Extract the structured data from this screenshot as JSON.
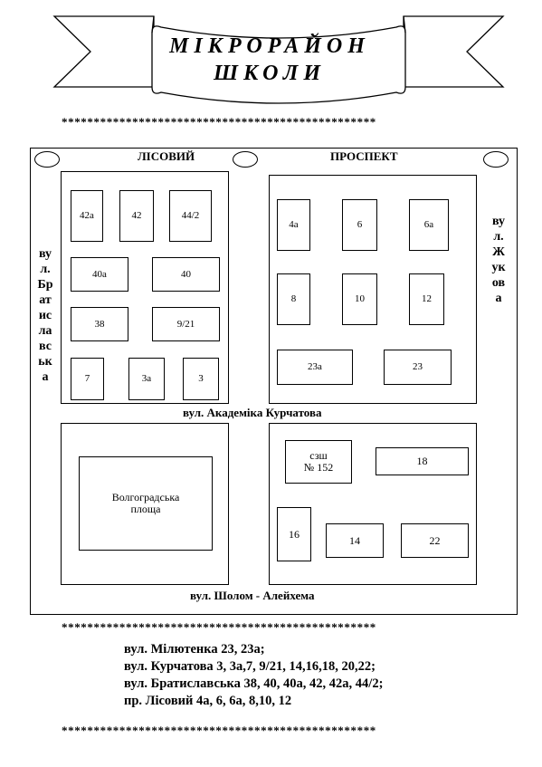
{
  "banner": {
    "line1": "МІКРОРАЙОН",
    "line2": "ШКОЛИ"
  },
  "stars_line": "*************************************************",
  "streets": {
    "top_left": "ЛІСОВИЙ",
    "top_right": "ПРОСПЕКТ",
    "middle": "вул. Академіка Курчатова",
    "bottom": "вул. Шолом - Алейхема",
    "left_vertical": "вул. Братиславська",
    "right_vertical": "вул. Жукова"
  },
  "buildings": {
    "b42a": "42а",
    "b42": "42",
    "b44_2": "44/2",
    "b40a": "40а",
    "b40": "40",
    "b38": "38",
    "b9_21": "9/21",
    "b7": "7",
    "b3a": "3а",
    "b3": "3",
    "b4a": "4а",
    "b6": "6",
    "b6a": "6а",
    "b8": "8",
    "b10": "10",
    "b12": "12",
    "b23a": "23а",
    "b23": "23",
    "school_line1": "сзш",
    "school_line2": "№ 152",
    "b18": "18",
    "b16": "16",
    "b14": "14",
    "b22": "22",
    "square_line1": "Волгоградська",
    "square_line2": "площа"
  },
  "addresses": [
    "вул. Мілютенка 23, 23а;",
    "вул. Курчатова 3, 3а,7, 9/21, 14,16,18, 20,22;",
    "вул. Братиславська 38, 40, 40а, 42, 42а, 44/2;",
    "пр. Лісовий 4а, 6, 6а, 8,10, 12"
  ]
}
